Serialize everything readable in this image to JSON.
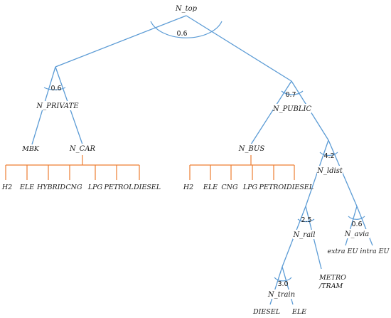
{
  "nodes": {
    "n_top": "N_top",
    "n_private": "N_PRIVATE",
    "n_public": "N_PUBLIC",
    "n_car": "N_CAR",
    "n_bus": "N_BUS",
    "n_ldist": "N_ldist",
    "n_rail": "N_rail",
    "n_avia": "N_avia",
    "n_train": "N_train"
  },
  "params": {
    "top": "0.6",
    "private": "0.6",
    "public": "0.7",
    "ldist": "4.2",
    "rail": "2.5",
    "avia": "0.6",
    "train": "3.0"
  },
  "leaves": {
    "mbk": "MBK",
    "car_fuels": [
      "H2",
      "ELE",
      "HYBRID",
      "CNG",
      "LPG",
      "PETROL",
      "DIESEL"
    ],
    "bus_fuels": [
      "H2",
      "ELE",
      "CNG",
      "LPG",
      "PETROL",
      "DIESEL"
    ],
    "extra_eu": "extra EU",
    "intra_eu": "intra EU",
    "metro_line1": "METRO",
    "metro_line2": "/TRAM",
    "train_diesel": "DIESEL",
    "train_ele": "ELE"
  },
  "colors": {
    "tree_edges": "#5b9bd5",
    "fuel_combs": "#ed7d31"
  }
}
